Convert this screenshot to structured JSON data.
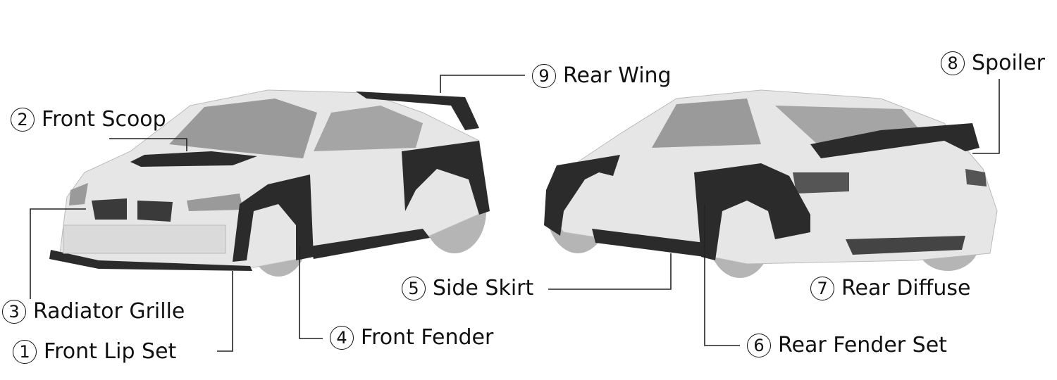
{
  "parts": [
    {
      "num": "1",
      "name": "Front Lip Set"
    },
    {
      "num": "2",
      "name": "Front Scoop"
    },
    {
      "num": "3",
      "name": "Radiator Grille"
    },
    {
      "num": "4",
      "name": "Front Fender"
    },
    {
      "num": "5",
      "name": "Side Skirt"
    },
    {
      "num": "6",
      "name": "Rear Fender Set"
    },
    {
      "num": "7",
      "name": "Rear Diffuse"
    },
    {
      "num": "8",
      "name": "Spoiler"
    },
    {
      "num": "9",
      "name": "Rear Wing"
    }
  ],
  "colors": {
    "body": "#e6e6e6",
    "body_shade": "#cfcfcf",
    "parts": "#2b2b2b",
    "glass": "#9a9a9a",
    "tire": "#b5b5b5"
  }
}
